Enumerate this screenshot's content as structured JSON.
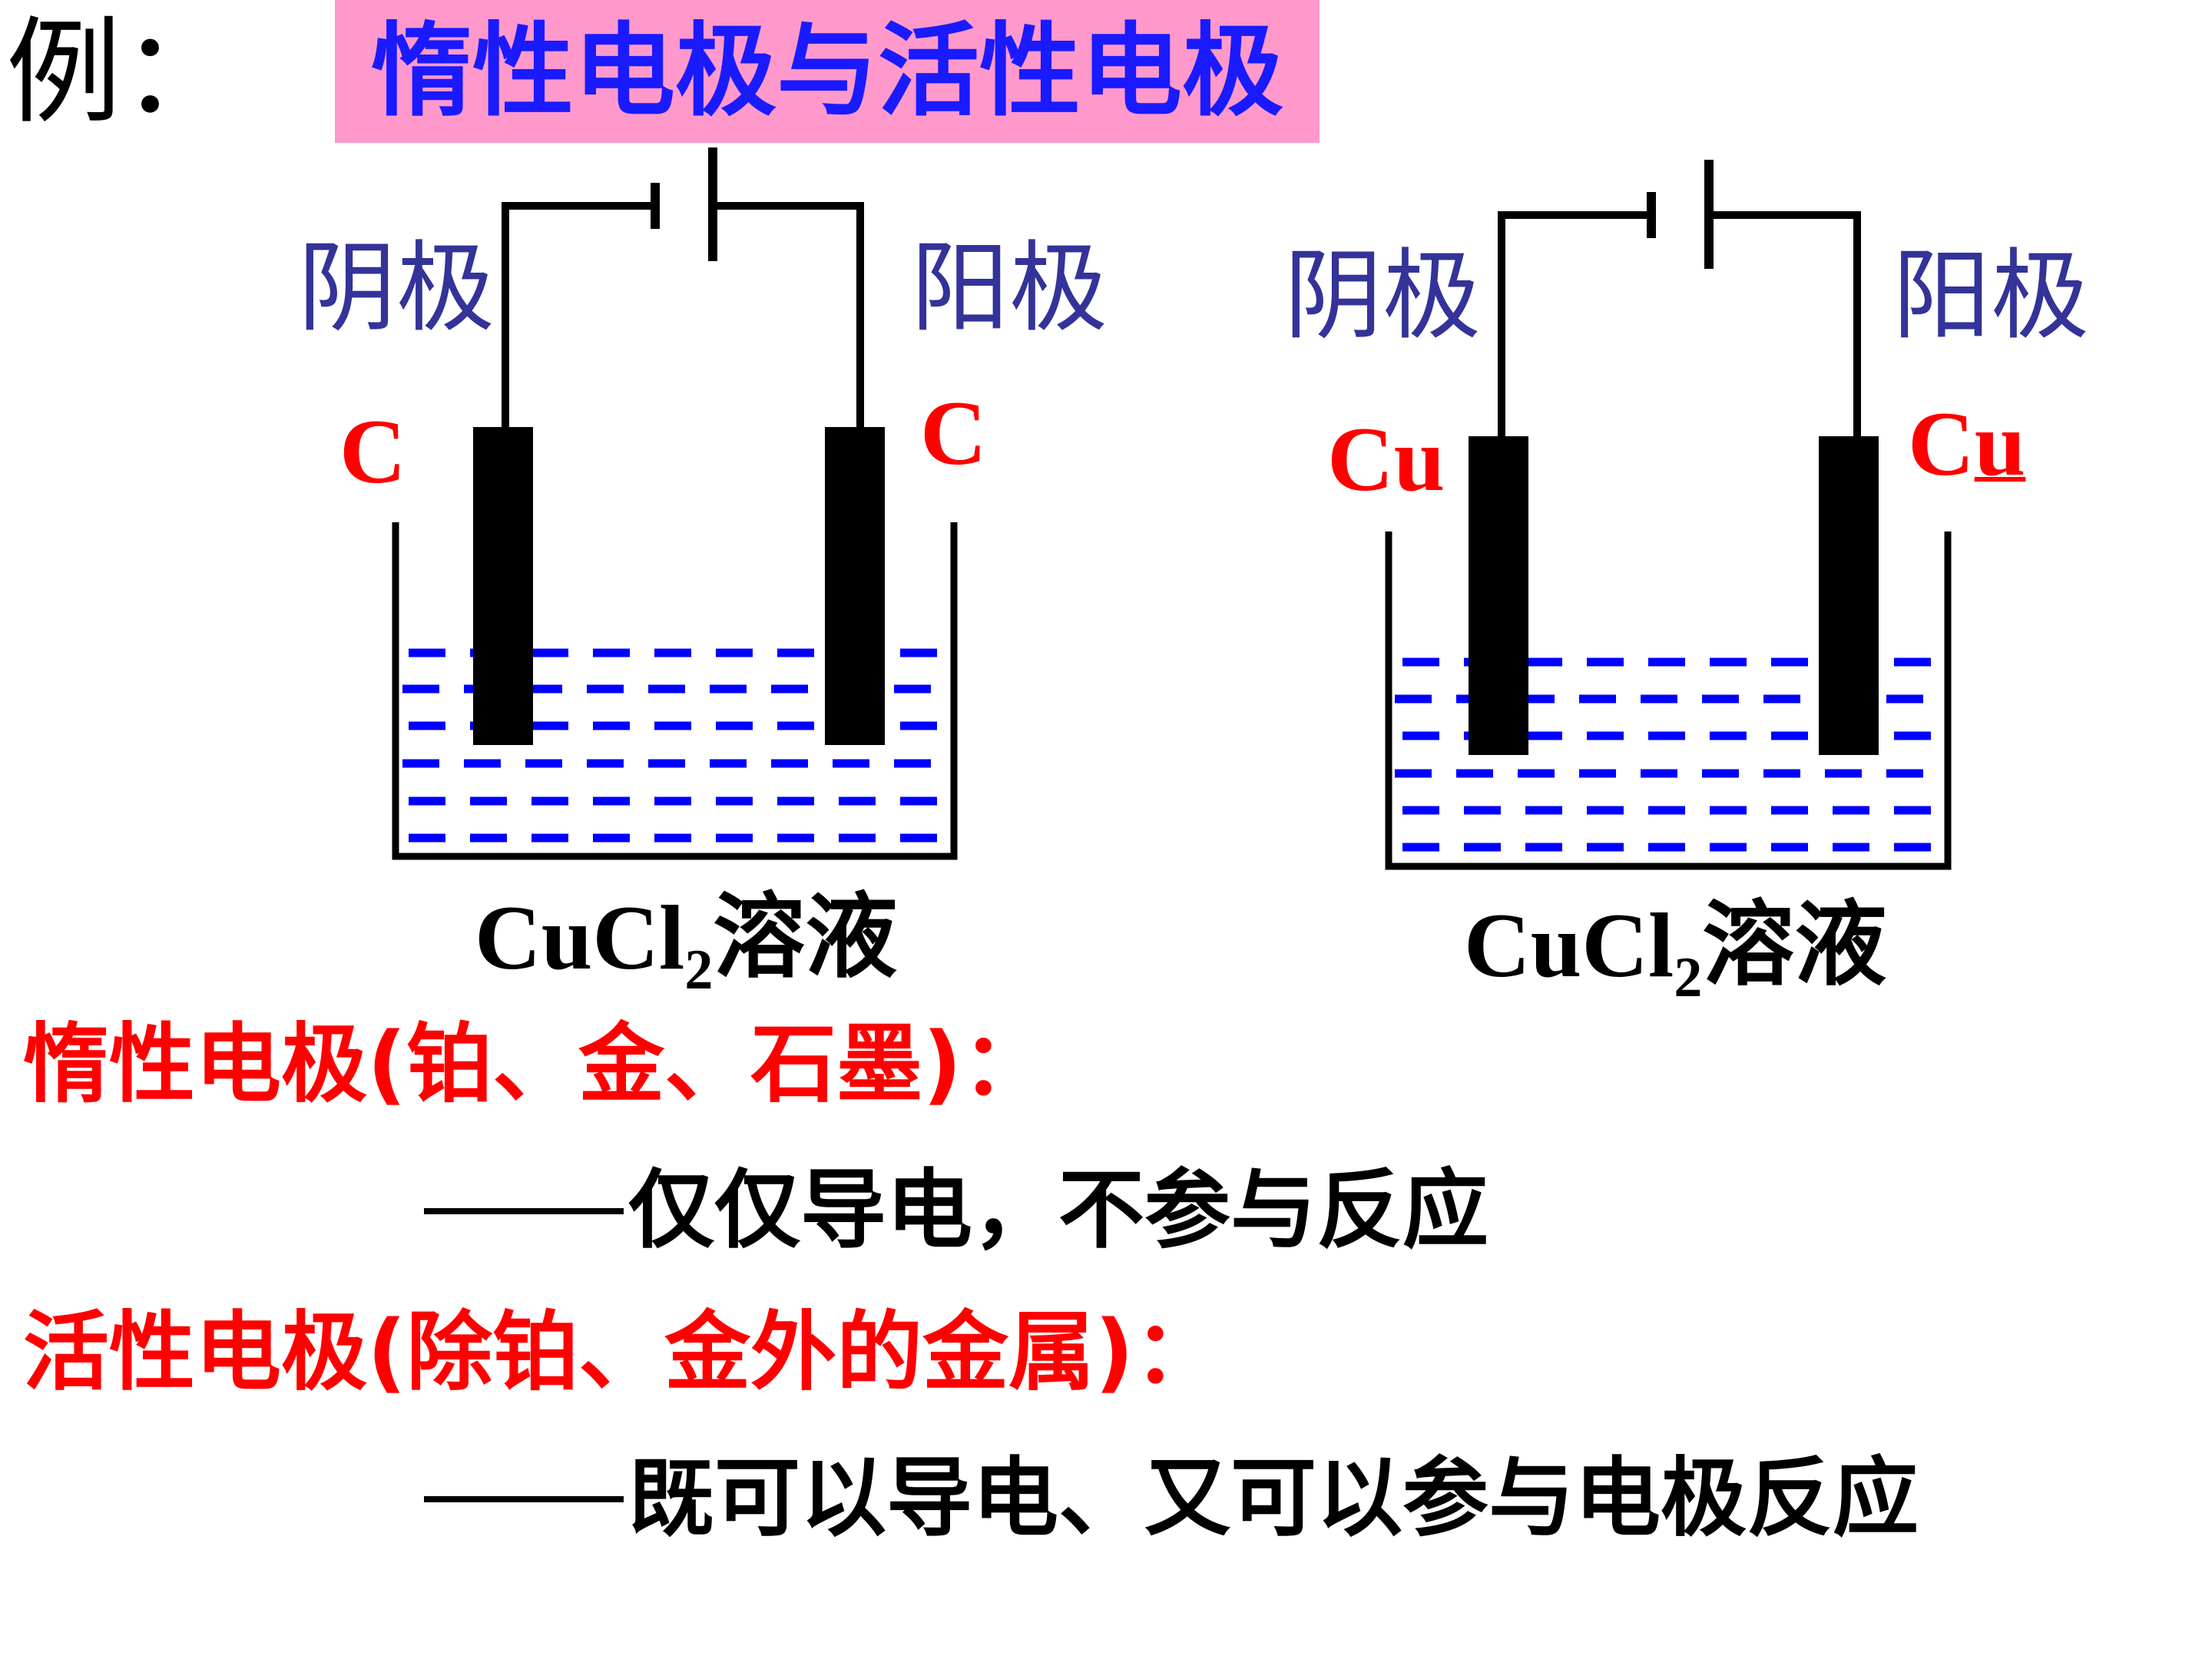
{
  "example_label": "例：",
  "title": "惰性电极与活性电极",
  "cells": [
    {
      "cathode_label": "阴极",
      "anode_label": "阳极",
      "cathode_material": "C",
      "anode_material": "C",
      "solution_formula_main": "CuCl",
      "solution_formula_sub": "2",
      "solution_name": "溶液"
    },
    {
      "cathode_label": "阴极",
      "anode_label": "阳极",
      "cathode_material": "Cu",
      "anode_material_prefix": "C",
      "anode_material_underlined": "u",
      "solution_formula_main": "CuCl",
      "solution_formula_sub": "2",
      "solution_name": "溶液"
    }
  ],
  "definitions": [
    {
      "term": "惰性电极(铂、金、石墨)：",
      "explanation": "仅仅导电，不参与反应"
    },
    {
      "term": "活性电极(除铂、金外的金属)：",
      "explanation": "既可以导电、又可以参与电极反应"
    }
  ],
  "colors": {
    "title_bg": "#ff99cc",
    "title_text": "#1a1aff",
    "pole_label": "#333399",
    "material": "#ff0000",
    "solution_dashes": "#0000ff",
    "electrode": "#000000"
  }
}
